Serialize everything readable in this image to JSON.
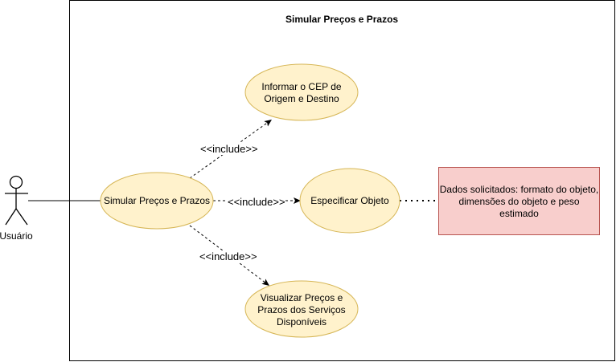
{
  "system": {
    "title": "Simular Preços e Prazos"
  },
  "actor": {
    "name": "Usuário"
  },
  "use_cases": {
    "simular": "Simular Preços e Prazos",
    "informar_line1": "Informar o CEP de",
    "informar_line2": "Origem e Destino",
    "especificar": "Especificar Objeto",
    "visualizar_line1": "Visualizar Preços e",
    "visualizar_line2": "Prazos dos Serviços",
    "visualizar_line3": "Disponíveis"
  },
  "relations": {
    "include_top": "<<include>>",
    "include_mid": "<<include>>",
    "include_bottom": "<<include>>"
  },
  "note": {
    "line1": "Dados solicitados: formato do objeto,",
    "line2": "dimensões do objeto e peso",
    "line3": "estimado"
  },
  "colors": {
    "usecase_fill": "#fff2cc",
    "usecase_stroke": "#d6b656",
    "note_fill": "#f8cecc",
    "note_stroke": "#b85450"
  }
}
